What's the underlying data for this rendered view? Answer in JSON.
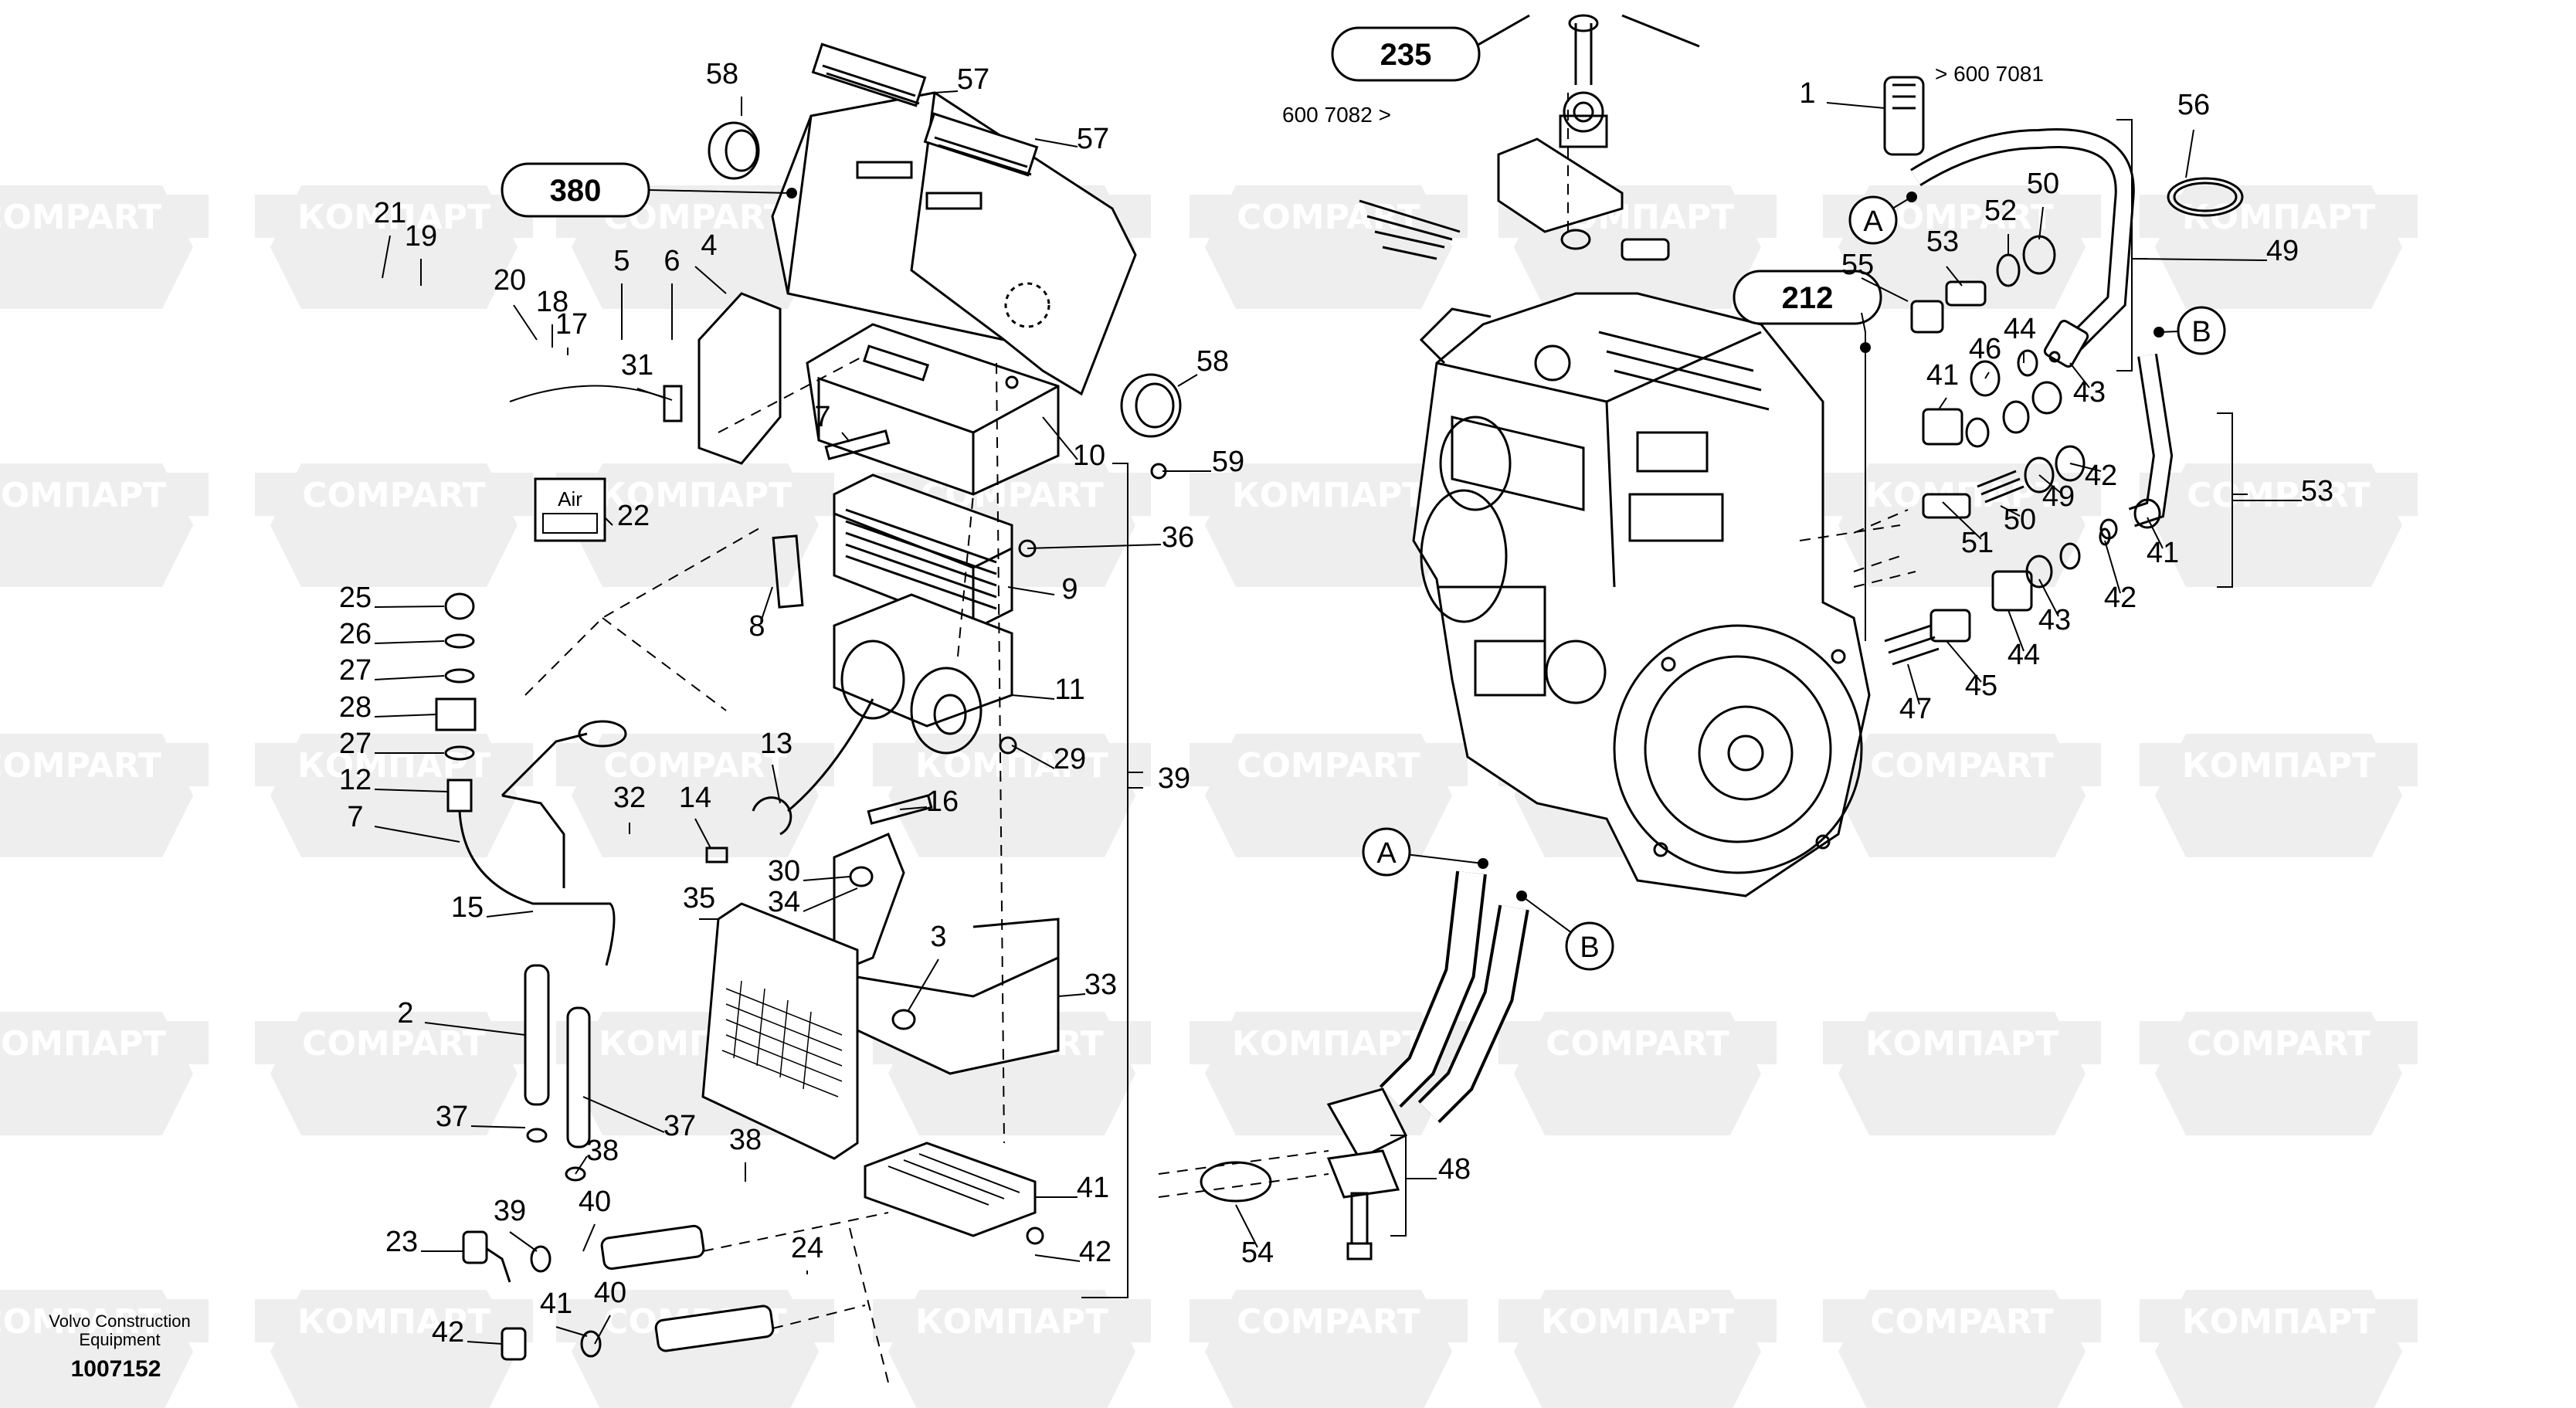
{
  "diagram": {
    "watermarks": [
      {
        "text": "COMPART"
      },
      {
        "text": "КОМПАРТ"
      }
    ],
    "ref_groups": [
      {
        "text": "380"
      },
      {
        "text": "235"
      },
      {
        "text": "212"
      }
    ],
    "ref_notes": [
      {
        "text": "600 7082 >"
      },
      {
        "text": "> 600 7081"
      }
    ],
    "connectors": [
      {
        "text": "A"
      },
      {
        "text": "B"
      },
      {
        "text": "A"
      },
      {
        "text": "B"
      }
    ],
    "air_label": "Air",
    "labels": [
      "58",
      "57",
      "57",
      "21",
      "19",
      "5",
      "6",
      "4",
      "20",
      "18",
      "17",
      "31",
      "7",
      "10",
      "58",
      "59",
      "22",
      "36",
      "9",
      "25",
      "26",
      "8",
      "27",
      "28",
      "11",
      "27",
      "29",
      "12",
      "13",
      "32",
      "14",
      "16",
      "7",
      "30",
      "34",
      "35",
      "3",
      "15",
      "33",
      "2",
      "37",
      "37",
      "38",
      "38",
      "41",
      "23",
      "39",
      "40",
      "42",
      "24",
      "41",
      "40",
      "42",
      "39",
      "1",
      "56",
      "55",
      "53",
      "52",
      "50",
      "49",
      "41",
      "46",
      "44",
      "43",
      "42",
      "49",
      "50",
      "51",
      "53",
      "41",
      "42",
      "43",
      "44",
      "45",
      "47",
      "48",
      "54",
      "55"
    ],
    "footer": {
      "company_line1": "Volvo Construction",
      "company_line2": "Equipment",
      "drawing_number": "1007152"
    },
    "colors": {
      "line": "#000000",
      "watermark": "#eeeeee",
      "background": "#ffffff"
    }
  }
}
